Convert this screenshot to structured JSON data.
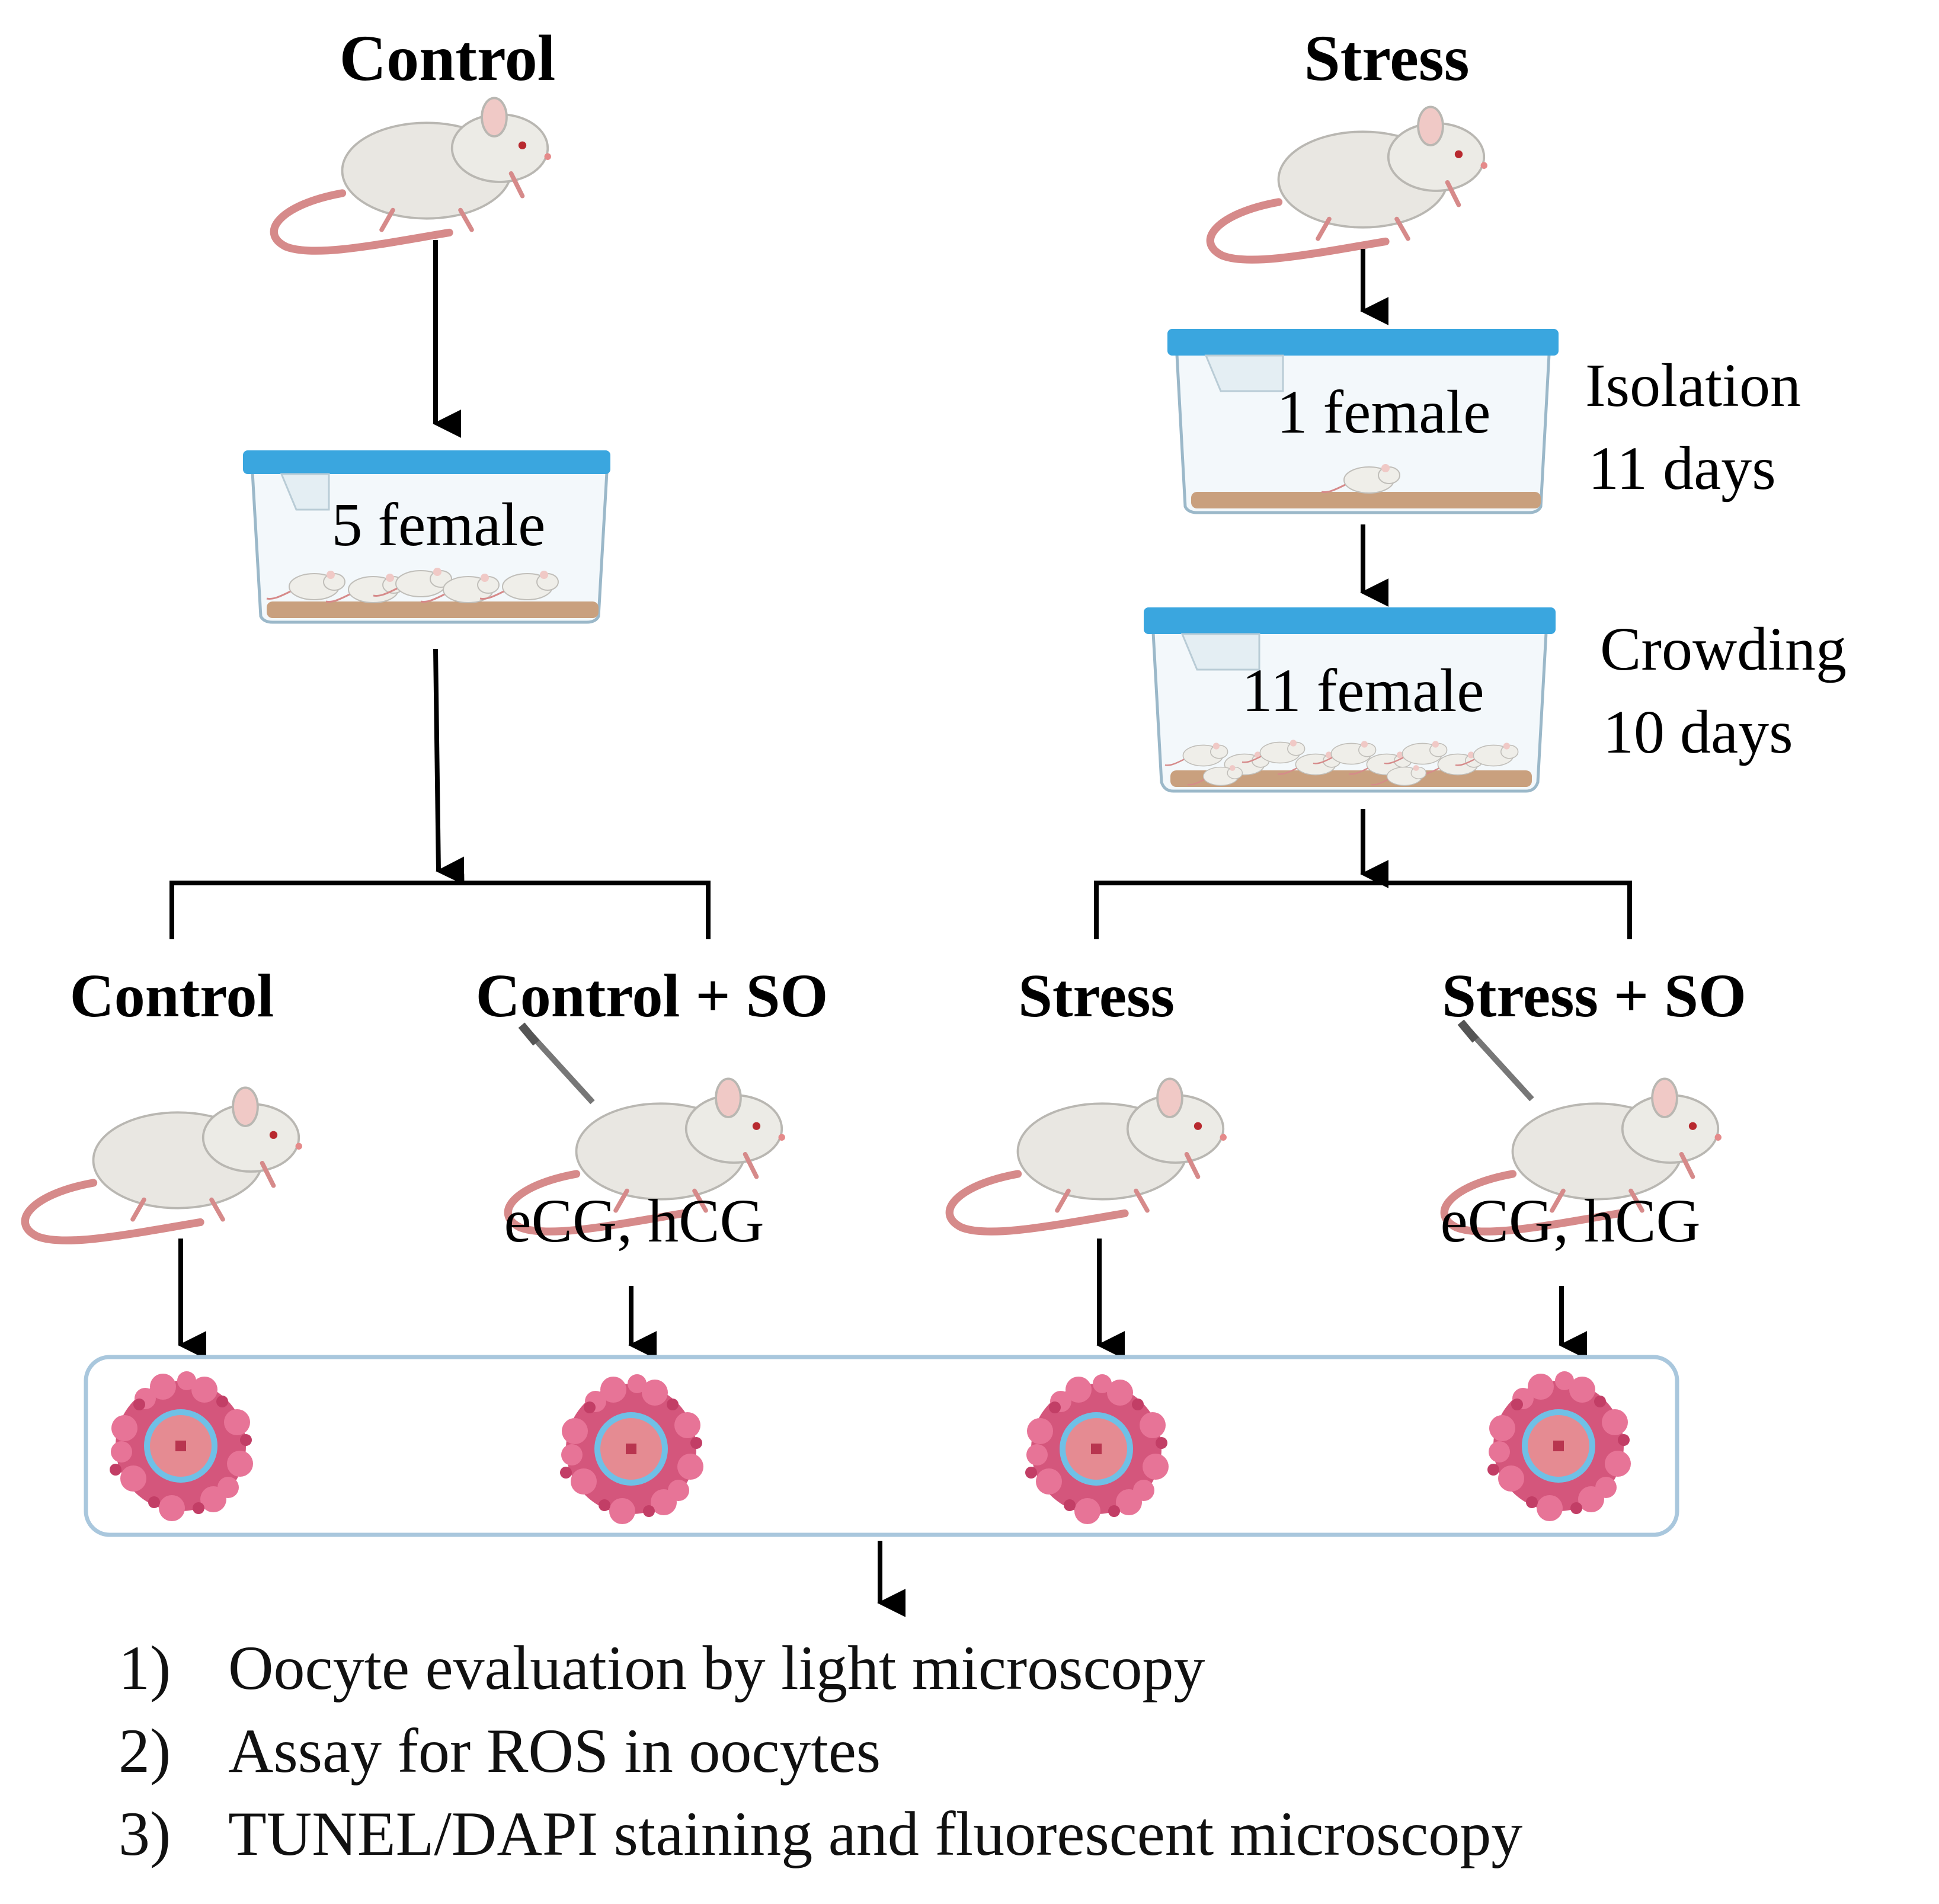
{
  "top": {
    "control_title": "Control",
    "stress_title": "Stress"
  },
  "cages": {
    "control_cage_label": "5 female",
    "isolation_cage_label": "1 female",
    "crowding_cage_label": "11 female"
  },
  "side_notes": {
    "isolation_line1": "Isolation",
    "isolation_line2": "11 days",
    "crowding_line1": "Crowding",
    "crowding_line2": "10 days"
  },
  "groups": [
    {
      "label": "Control",
      "treatment": ""
    },
    {
      "label": "Control + SO",
      "treatment": "eCG, hCG"
    },
    {
      "label": "Stress",
      "treatment": ""
    },
    {
      "label": "Stress + SO",
      "treatment": "eCG, hCG"
    }
  ],
  "steps": [
    {
      "num": "1)",
      "text": "Oocyte evaluation by light microscopy"
    },
    {
      "num": "2)",
      "text": "Assay for ROS in oocytes"
    },
    {
      "num": "3)",
      "text": "TUNEL/DAPI staining and fluorescent microscopy"
    }
  ],
  "colors": {
    "lid": "#3aa6df",
    "bedding": "#c9a07e",
    "oocyte_cells": "#d44f76",
    "zona": "#6fc0e6",
    "frame": "#a9c7dd"
  }
}
